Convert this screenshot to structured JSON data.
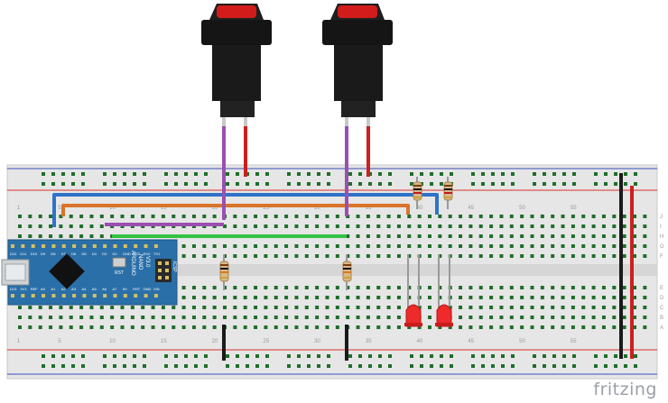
{
  "brand": "fritzing",
  "column_numbers": [
    "1",
    "5",
    "10",
    "15",
    "20",
    "25",
    "30",
    "35",
    "40",
    "45",
    "50",
    "55"
  ],
  "row_letters_top": [
    "J",
    "I",
    "H",
    "G",
    "F"
  ],
  "row_letters_bottom": [
    "E",
    "D",
    "C",
    "B",
    "A"
  ],
  "arduino": {
    "model_line1": "ARDUINO",
    "model_line2": "NANO",
    "model_line3": "V3.0",
    "header_label": "ICSP",
    "reset_label": "RST",
    "top_pins": [
      "D13",
      "3V3",
      "REF",
      "A0",
      "A1",
      "A2",
      "A3",
      "A4",
      "A5",
      "A6",
      "A7",
      "5V",
      "RST",
      "GND",
      "VIN"
    ],
    "bottom_pins": [
      "D12",
      "D11",
      "D10",
      "D9",
      "D8",
      "D7",
      "D6",
      "D5",
      "D4",
      "D3",
      "D2",
      "GND",
      "RST",
      "RX0",
      "TX1"
    ]
  },
  "colors": {
    "board": "#e6e6e6",
    "rail_red": "#d9302c",
    "rail_blue": "#3a4fbf",
    "hole": "#1f6e2a",
    "arduino": "#2a6fa8",
    "wire_purple": "#9b4fb0",
    "wire_red": "#cc1f1f",
    "wire_blue": "#2f73c9",
    "wire_orange": "#d9742a",
    "wire_green": "#32c246",
    "wire_black": "#1a1a1a",
    "led_red": "#ee2a2a",
    "button_cap": "#d21c1c"
  }
}
